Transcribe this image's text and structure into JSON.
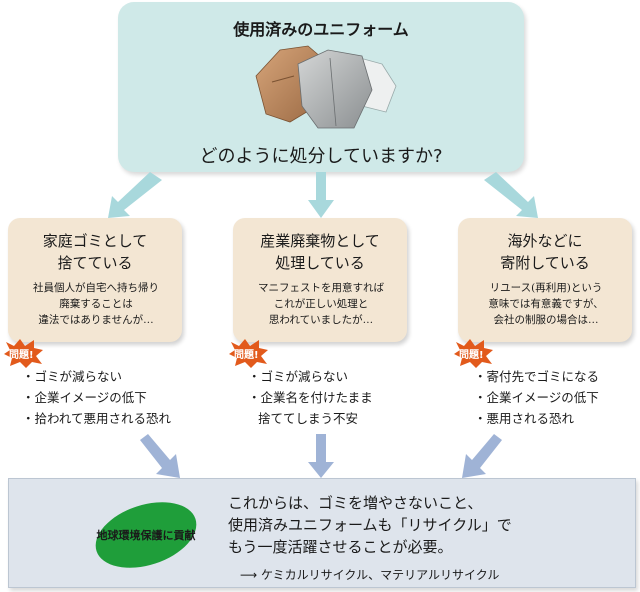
{
  "top": {
    "title": "使用済みのユニフォーム",
    "question": "どのように処分していますか?"
  },
  "options": [
    {
      "title_line1": "家庭ゴミとして",
      "title_line2": "捨てている",
      "desc": [
        "社員個人が自宅へ持ち帰り",
        "廃棄することは",
        "違法ではありませんが…"
      ],
      "issues": [
        "・ゴミが減らない",
        "・企業イメージの低下",
        "・拾われて悪用される恐れ"
      ]
    },
    {
      "title_line1": "産業廃棄物として",
      "title_line2": "処理している",
      "desc": [
        "マニフェストを用意すれば",
        "これが正しい処理と",
        "思われていましたが…"
      ],
      "issues": [
        "・ゴミが減らない",
        "・企業名を付けたまま",
        "捨ててしまう不安"
      ]
    },
    {
      "title_line1": "海外などに",
      "title_line2": "寄附している",
      "desc": [
        "リユース(再利用)という",
        "意味では有意義ですが、",
        "会社の制服の場合は…"
      ],
      "issues": [
        "・寄付先でゴミになる",
        "・企業イメージの低下",
        "・悪用される恐れ"
      ]
    }
  ],
  "problem_badge": "問題!",
  "bottom": {
    "green_label": "地球環境保護に貢献",
    "line1": "これからは、ゴミを増やさないこと、",
    "line2": "使用済みユニフォームも「リサイクル」で",
    "line3": "もう一度活躍させることが必要。",
    "arrow_line": "ケミカルリサイクル、マテリアルリサイクル"
  },
  "colors": {
    "top_box": "#cfe9e8",
    "option_box": "#f3e6d3",
    "bottom_box": "#dee4ec",
    "arrow": "#a8d8dc",
    "down_arrow": "#9fb3d6",
    "badge": "#e25a1c",
    "green": "#1f9e3a"
  }
}
